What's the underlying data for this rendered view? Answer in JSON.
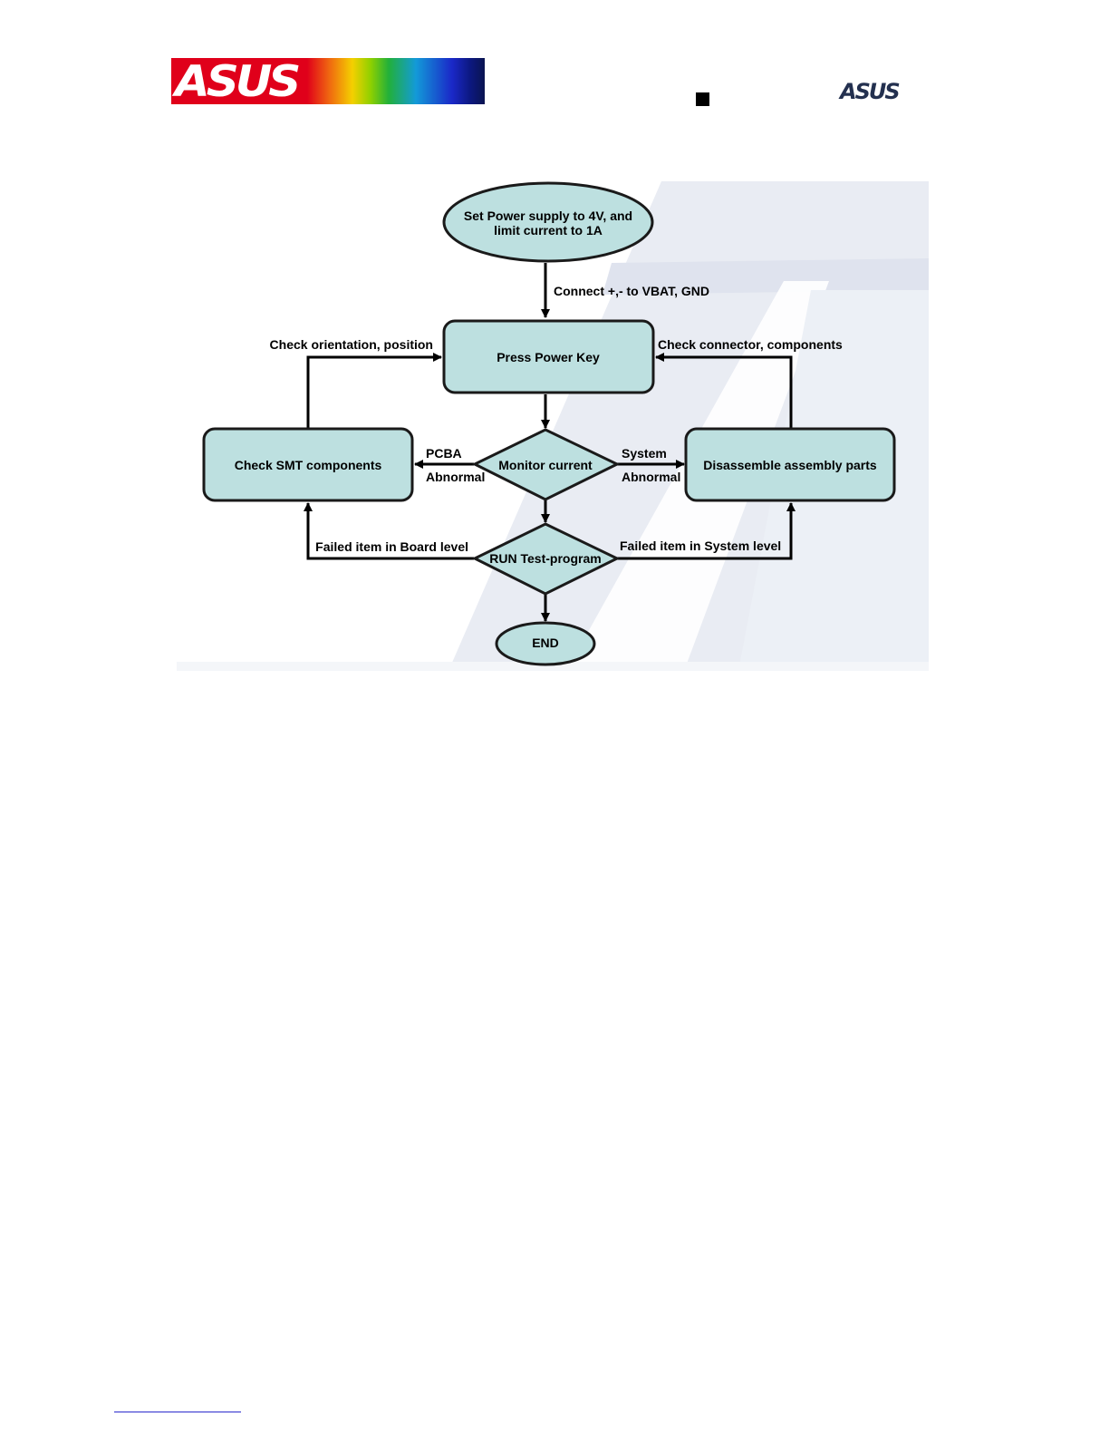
{
  "header": {
    "logo_text": "ASUS",
    "small_logo_text": "ASUS"
  },
  "flowchart": {
    "nodes": {
      "start_line1": "Set Power supply to 4V, and",
      "start_line2": "limit current to 1A",
      "press_power": "Press Power Key",
      "monitor": "Monitor current",
      "check_smt": "Check SMT components",
      "disassemble": "Disassemble assembly parts",
      "run_test": "RUN Test-program",
      "end": "END"
    },
    "edges": {
      "connect": "Connect +,- to VBAT, GND",
      "check_orientation": "Check orientation, position",
      "check_connector": "Check connector, components",
      "pcba": "PCBA",
      "abnormal_left": "Abnormal",
      "system": "System",
      "abnormal_right": "Abnormal",
      "failed_board": "Failed item in Board level",
      "failed_system": "Failed item in System level"
    }
  },
  "colors": {
    "node_fill": "#bde0e0",
    "node_stroke": "#1a1a1a",
    "watermark": "#e6e9f2",
    "logo_navy": "#23304f"
  }
}
